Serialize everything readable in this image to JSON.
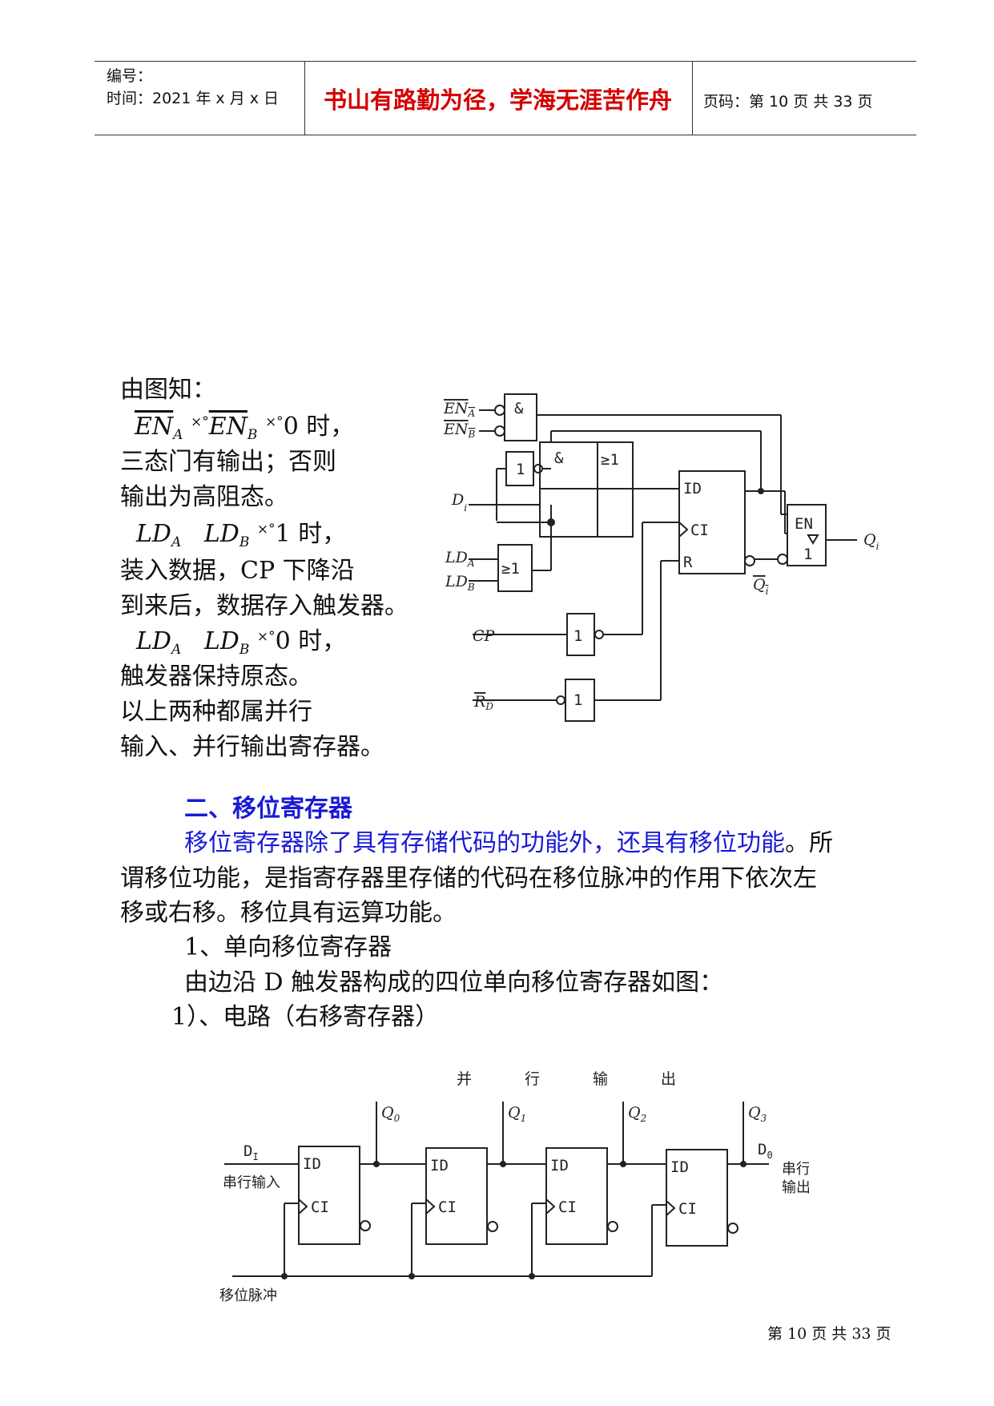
{
  "header": {
    "number_label": "编号：",
    "time_label": "时间：2021 年 x 月 x 日",
    "motto": "书山有路勤为径，学海无涯苦作舟",
    "page_label": "页码：第 10 页  共 33 页"
  },
  "left_text": {
    "line1": "由图知：",
    "cond1_a": "EN",
    "cond1_a_sub": "A",
    "cond1_sym1": "×°",
    "cond1_b": "EN",
    "cond1_b_sub": "B",
    "cond1_sym2": "×°",
    "cond1_tail": "0 时，",
    "line3": "三态门有输出；否则",
    "line4": "输出为高阻态。",
    "cond2_a": "LD",
    "cond2_a_sub": "A",
    "cond2_b": "LD",
    "cond2_b_sub": "B",
    "cond2_sym": "×°",
    "cond2_tail": "1 时，",
    "line6": "装入数据，CP 下降沿",
    "line7": "到来后，数据存入触发器。",
    "cond3_a": "LD",
    "cond3_a_sub": "A",
    "cond3_b": "LD",
    "cond3_b_sub": "B",
    "cond3_sym": "×°",
    "cond3_tail": "0 时，",
    "line9": "触发器保持原态。",
    "line10": "以上两种都属并行",
    "line11": "输入、并行输出寄存器。"
  },
  "section": {
    "heading": "二、移位寄存器",
    "para1_blue": "移位寄存器除了具有存储代码的功能外，还具有移位功能",
    "para1_period": "。",
    "para1_rest": "所",
    "para2": "谓移位功能，是指寄存器里存储的代码在移位脉冲的作用下依次左",
    "para3": "移或右移。移位具有运算功能。",
    "item1": "1、单向移位寄存器",
    "item2": "由边沿 D 触发器构成的四位单向移位寄存器如图：",
    "item3": "1）、电路（右移寄存器）"
  },
  "diagram1": {
    "en_a": "EN",
    "en_a_sub": "A",
    "en_b": "EN",
    "en_b_sub": "B",
    "and_label": "&",
    "or_label": "≥1",
    "not_label": "1",
    "di": "D",
    "di_sub": "i",
    "ld_a": "LD",
    "ld_a_sub": "A",
    "ld_b": "LD",
    "ld_b_sub": "B",
    "cp": "CP",
    "rd": "R",
    "rd_sub": "D",
    "ff_id": "ID",
    "ff_ci": "CI",
    "ff_r": "R",
    "qbar": "Q",
    "qbar_sub": "i",
    "en_label": "EN",
    "buf_label": "1",
    "qi": "Q",
    "qi_sub": "i"
  },
  "diagram2": {
    "top_title": [
      "并",
      "行",
      "输",
      "出"
    ],
    "q_labels": [
      "Q",
      "Q",
      "Q",
      "Q"
    ],
    "q_subs": [
      "0",
      "1",
      "2",
      "3"
    ],
    "di": "D",
    "di_sub": "I",
    "serial_in": "串行输入",
    "d0": "D",
    "d0_sub": "0",
    "serial_out_1": "串行",
    "serial_out_2": "输出",
    "ff_id": "ID",
    "ff_ci": "CI",
    "clock": "移位脉冲"
  },
  "footer": {
    "text": "第  10  页  共  33  页"
  }
}
